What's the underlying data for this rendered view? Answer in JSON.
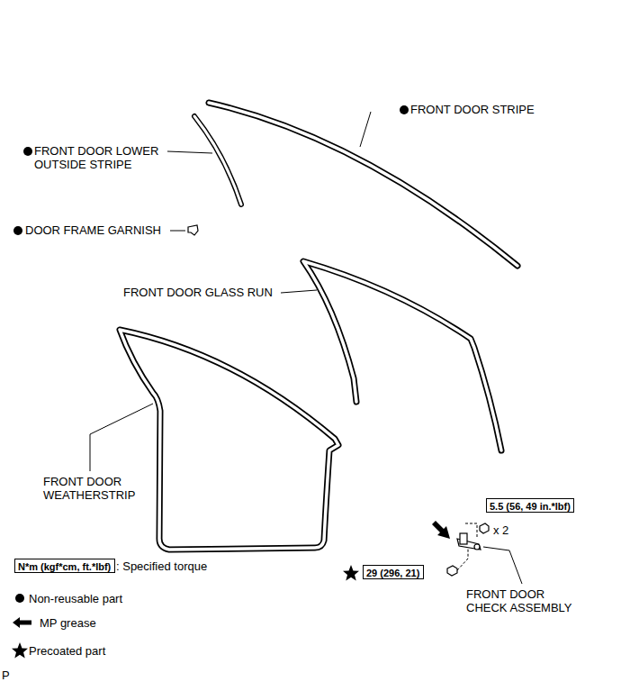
{
  "diagram": {
    "nodes": [
      {
        "text": [
          "5.5 (56, 49 in.*lbf)"
        ]
      },
      {
        "text": [
          "29 (296, 21)"
        ]
      },
      {
        "text": [
          "N*m (kgf*cm, ft.*lbf)"
        ]
      }
    ],
    "edges": [],
    "labels": [
      "FRONT DOOR STRIPE",
      "FRONT DOOR LOWER OUTSIDE STRIPE",
      "DOOR FRAME GARNISH",
      "FRONT DOOR GLASS RUN",
      "FRONT DOOR WEATHERSTRIP",
      "x 2",
      "FRONT DOOR CHECK ASSEMBLY",
      "P"
    ],
    "legend": [
      {
        "text": ": Specified torque"
      },
      {
        "text": "Non-reusable part"
      },
      {
        "text": "MP grease"
      },
      {
        "text": "Precoated part"
      }
    ]
  }
}
